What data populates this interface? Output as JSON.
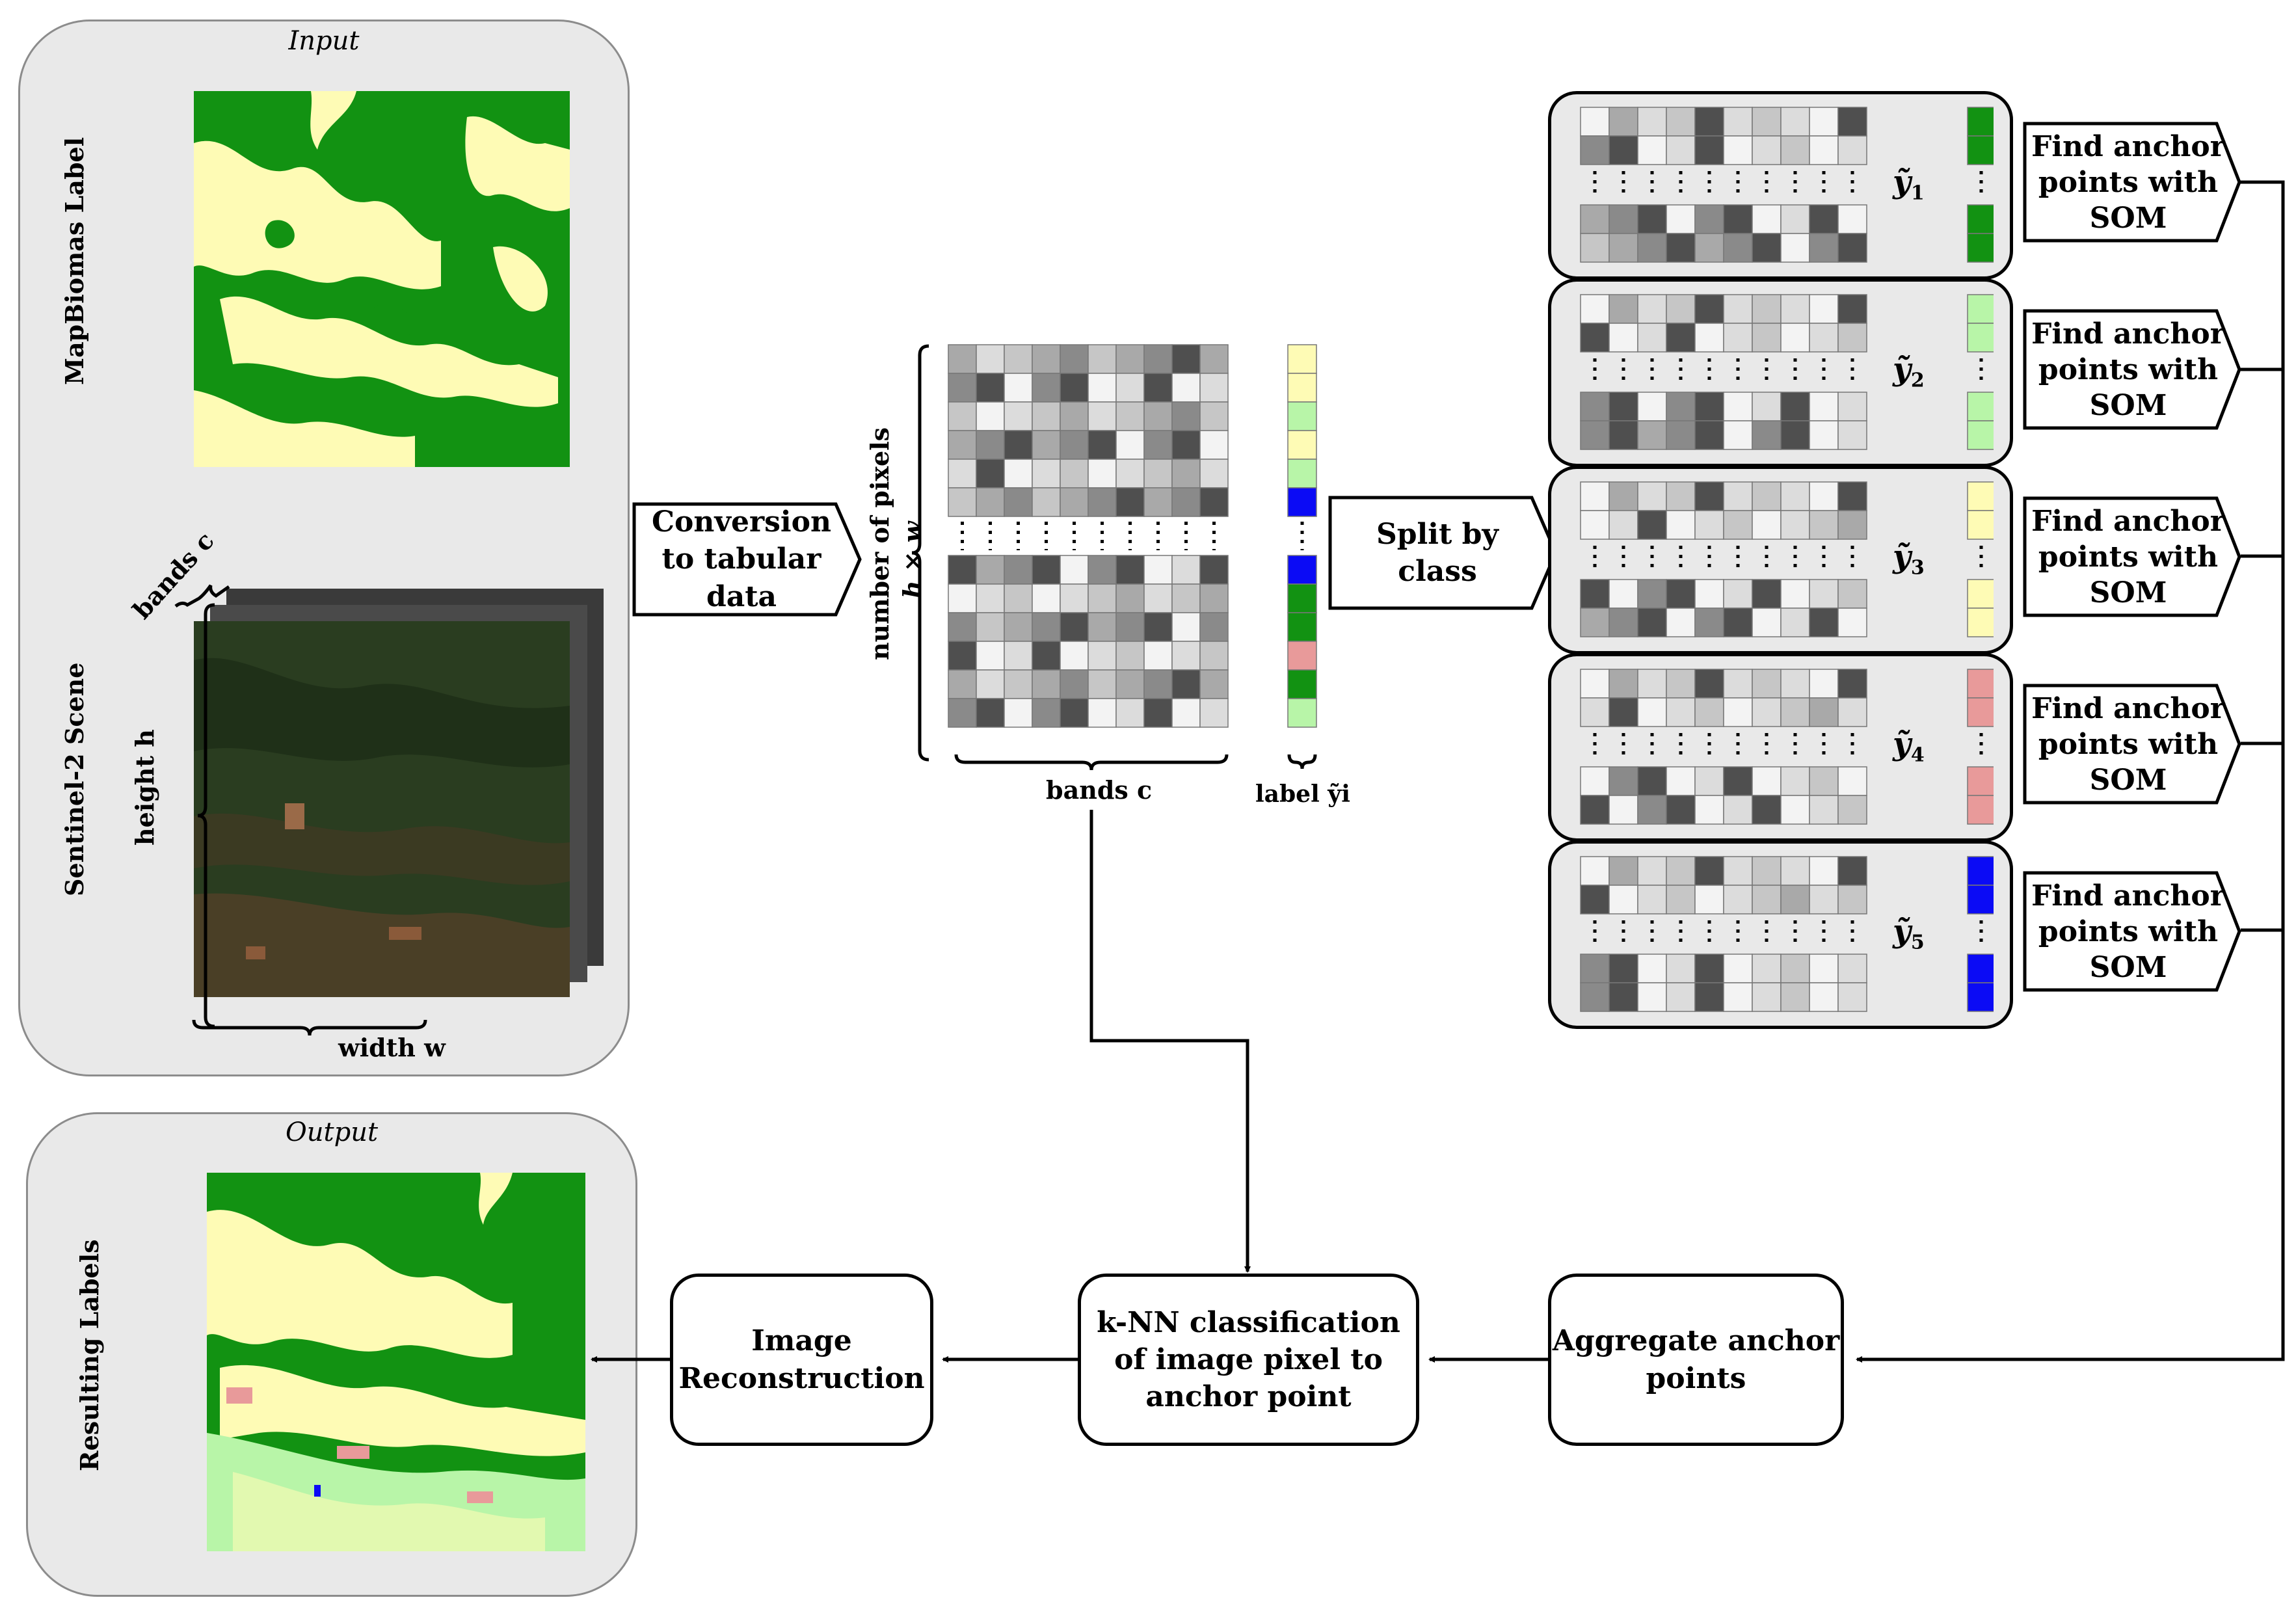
{
  "input": {
    "title": "Input",
    "mapbiomas_label": "MapBiomas Label",
    "sentinel_label": "Sentinel-2 Scene",
    "bands_label": "bands c",
    "height_label": "height h",
    "width_label": "width w"
  },
  "output": {
    "title": "Output",
    "resulting_label": "Resulting Labels"
  },
  "steps": {
    "conversion": "Conversion to tabular data",
    "split": "Split by class",
    "find_som": "Find anchor points with SOM",
    "aggregate": "Aggregate anchor points",
    "knn": "k-NN classification of image pixel to anchor point",
    "reconstruction": "Image Reconstruction"
  },
  "table": {
    "rows_label": "number of pixels",
    "rows_formula": "h × w",
    "bands_label": "bands c",
    "label_caption": "label ỹi"
  },
  "classes": [
    {
      "symbol": "ỹ",
      "index": "1",
      "color": "#129212"
    },
    {
      "symbol": "ỹ",
      "index": "2",
      "color": "#b8f5a8"
    },
    {
      "symbol": "ỹ",
      "index": "3",
      "color": "#fefbb5"
    },
    {
      "symbol": "ỹ",
      "index": "4",
      "color": "#e89a9a"
    },
    {
      "symbol": "ỹ",
      "index": "5",
      "color": "#0b0bf5"
    }
  ],
  "colors": {
    "forest": "#129212",
    "grassland": "#b8f5a8",
    "savanna": "#fefbb5",
    "agriculture": "#e89a9a",
    "water": "#0b0bf5"
  }
}
